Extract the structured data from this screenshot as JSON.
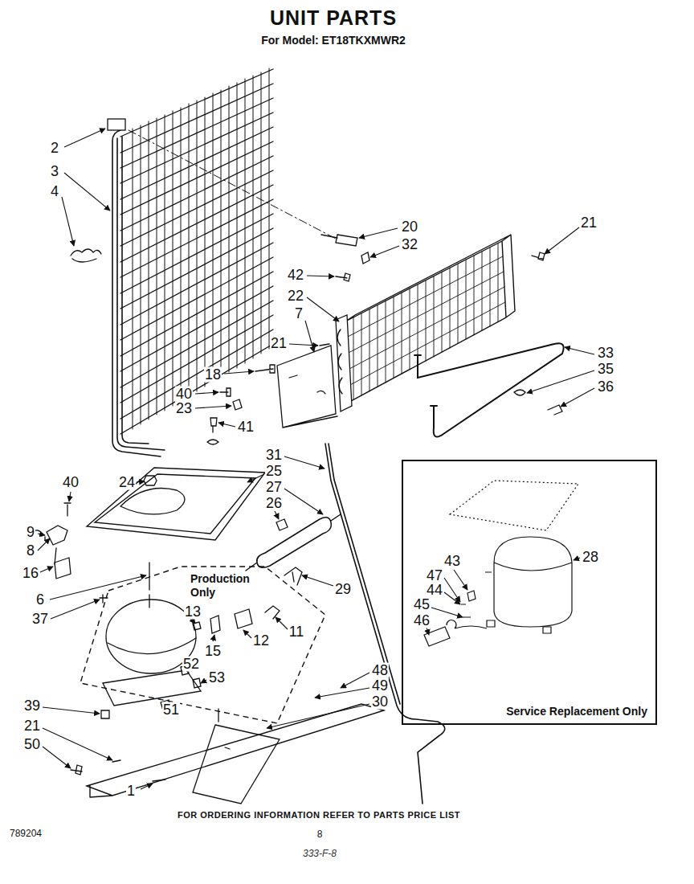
{
  "diagram": {
    "title": "UNIT PARTS",
    "nodes": [
      {
        "text": [
          "Production Only"
        ]
      },
      {
        "text": [
          "Service Replacement Only"
        ]
      }
    ],
    "labels": [
      "For Model: ET18TKXMWR2",
      "2",
      "3",
      "4",
      "20",
      "21",
      "32",
      "42",
      "22",
      "7",
      "21",
      "33",
      "35",
      "18",
      "36",
      "40",
      "23",
      "41",
      "31",
      "25",
      "27",
      "40",
      "24",
      "26",
      "9",
      "8",
      "29",
      "16",
      "6",
      "37",
      "13",
      "28",
      "43",
      "47",
      "44",
      "45",
      "46",
      "11",
      "12",
      "52",
      "15",
      "53",
      "48",
      "49",
      "30",
      "39",
      "51",
      "21",
      "50",
      "1",
      "FOR ORDERING INFORMATION REFER TO PARTS PRICE LIST",
      "789204",
      "8",
      "333-F-8"
    ]
  }
}
